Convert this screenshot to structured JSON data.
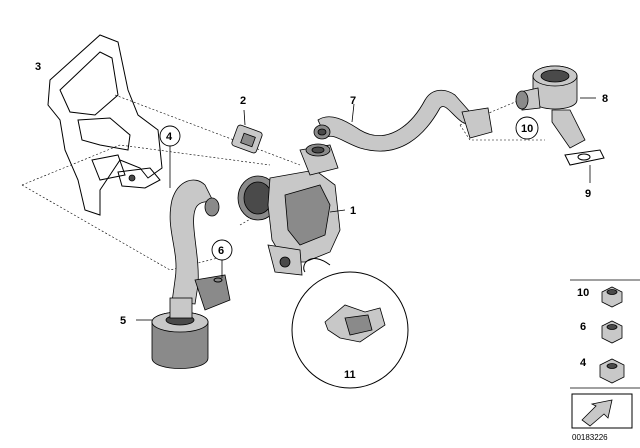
{
  "callouts": {
    "c1": "1",
    "c2": "2",
    "c3": "3",
    "c4": "4",
    "c5": "5",
    "c6": "6",
    "c7": "7",
    "c8": "8",
    "c9": "9",
    "c10": "10",
    "c11": "11"
  },
  "legend": {
    "items": [
      {
        "label": "10",
        "icon": "nut-with-flange-icon"
      },
      {
        "label": "6",
        "icon": "hex-nut-icon"
      },
      {
        "label": "4",
        "icon": "collar-nut-icon"
      }
    ]
  },
  "footer": {
    "doc_number": "00183226"
  }
}
